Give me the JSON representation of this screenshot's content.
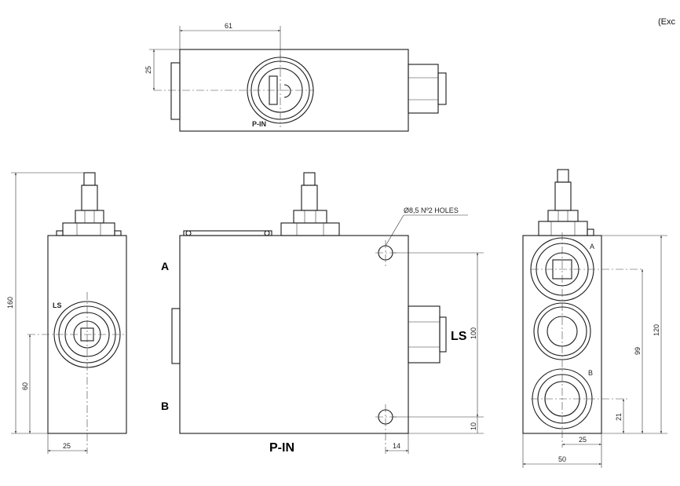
{
  "corner_note": "(Exc",
  "labels": {
    "top_port": "P-IN",
    "left_ls": "LS",
    "front_a": "A",
    "front_b": "B",
    "front_ls": "LS",
    "front_pin": "P-IN",
    "right_a": "A",
    "right_b": "B"
  },
  "holes_note": "Ø8,5 Nº2 HOLES",
  "dimensions": {
    "top_61": "61",
    "top_25": "25",
    "left_160": "160",
    "left_60": "60",
    "left_25": "25",
    "front_100": "100",
    "front_10": "10",
    "front_14": "14",
    "right_120": "120",
    "right_99": "99",
    "right_21": "21",
    "right_25": "25",
    "right_50": "50"
  }
}
